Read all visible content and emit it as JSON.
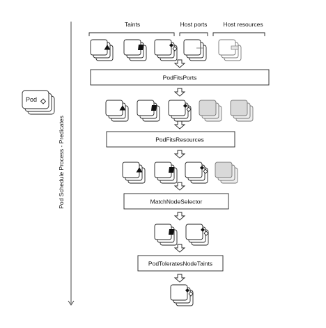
{
  "process_label": "Pod Schedule Process - Predicates",
  "pod": {
    "label": "Pod"
  },
  "groups": {
    "taints": "Taints",
    "host_ports": "Host ports",
    "host_resources": "Host resources"
  },
  "predicates": [
    {
      "label": "PodFitsPorts"
    },
    {
      "label": "PodFitsResources"
    },
    {
      "label": "MatchNodeSelector"
    },
    {
      "label": "PodToleratesNodeTaints"
    }
  ],
  "stages": [
    {
      "nodes": [
        "triangle",
        "square",
        "diamond",
        "ports",
        "resources"
      ]
    },
    {
      "nodes": [
        "triangle",
        "square",
        "diamond",
        "blank",
        "blank"
      ]
    },
    {
      "nodes": [
        "triangle",
        "square",
        "diamond",
        "blank"
      ]
    },
    {
      "nodes": [
        "square",
        "diamond"
      ]
    },
    {
      "nodes": [
        "diamond"
      ]
    }
  ],
  "node_fill_colors": {
    "white": "#ffffff",
    "gray": "#d9d9d9"
  }
}
